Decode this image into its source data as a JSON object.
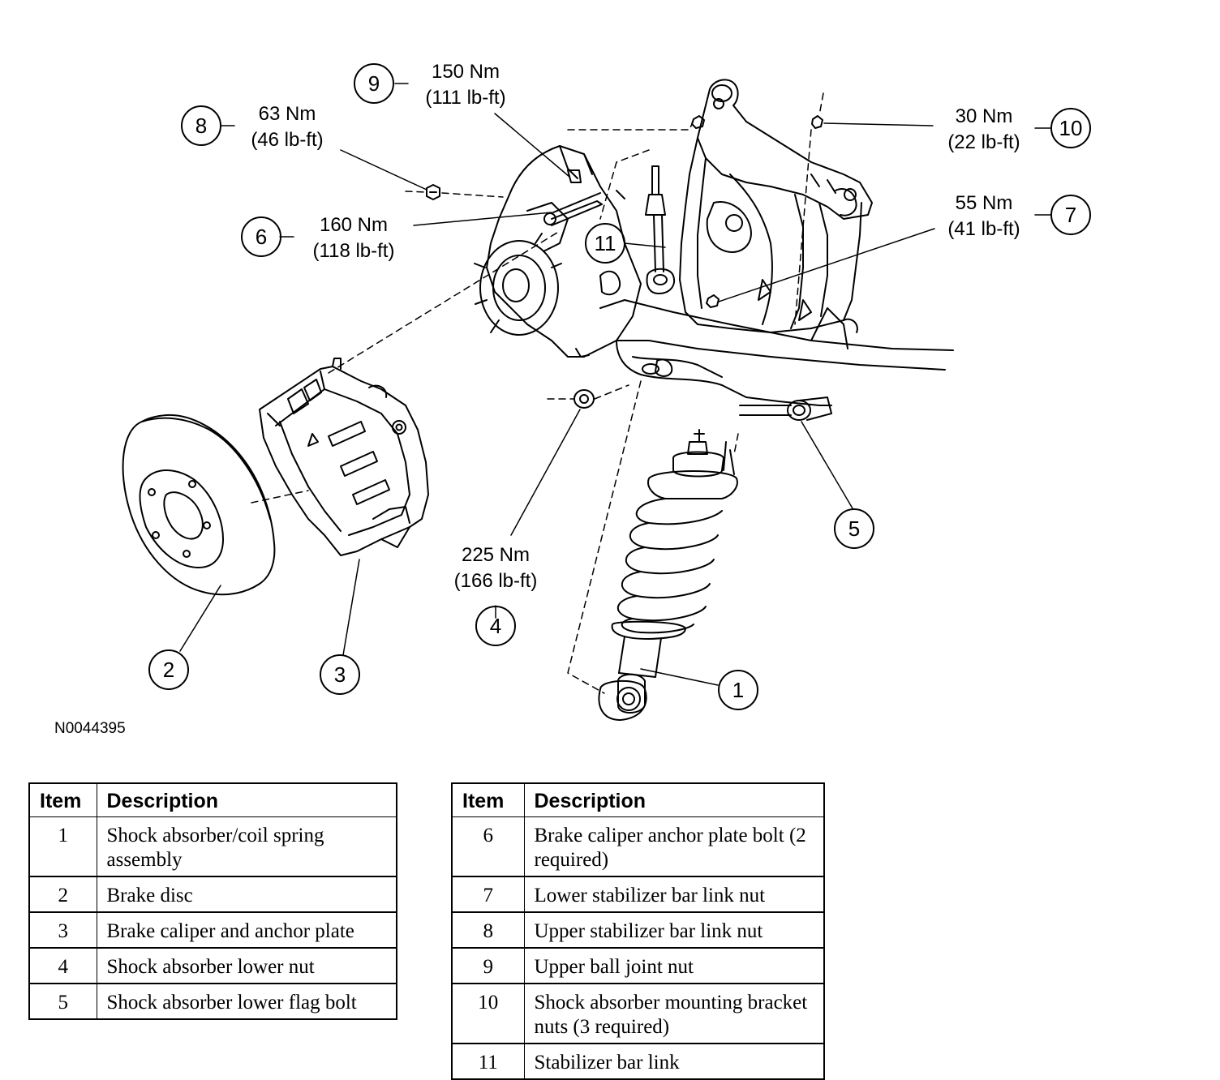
{
  "figure_id": "N0044395",
  "callouts": {
    "c1": {
      "num": "1"
    },
    "c2": {
      "num": "2"
    },
    "c3": {
      "num": "3"
    },
    "c4": {
      "num": "4",
      "torque_nm": "225 Nm",
      "torque_lbft": "(166 lb-ft)"
    },
    "c5": {
      "num": "5"
    },
    "c6": {
      "num": "6",
      "torque_nm": "160 Nm",
      "torque_lbft": "(118 lb-ft)"
    },
    "c7": {
      "num": "7",
      "torque_nm": "55 Nm",
      "torque_lbft": "(41 lb-ft)"
    },
    "c8": {
      "num": "8",
      "torque_nm": "63 Nm",
      "torque_lbft": "(46 lb-ft)"
    },
    "c9": {
      "num": "9",
      "torque_nm": "150 Nm",
      "torque_lbft": "(111 lb-ft)"
    },
    "c10": {
      "num": "10",
      "torque_nm": "30 Nm",
      "torque_lbft": "(22 lb-ft)"
    },
    "c11": {
      "num": "11"
    }
  },
  "legend": {
    "header_item": "Item",
    "header_description": "Description",
    "left_rows": [
      {
        "item": "1",
        "description": "Shock absorber/coil spring assembly"
      },
      {
        "item": "2",
        "description": "Brake disc"
      },
      {
        "item": "3",
        "description": "Brake caliper and anchor plate"
      },
      {
        "item": "4",
        "description": "Shock absorber lower nut"
      },
      {
        "item": "5",
        "description": "Shock absorber lower flag bolt"
      }
    ],
    "right_rows": [
      {
        "item": "6",
        "description": "Brake caliper anchor plate bolt (2 required)"
      },
      {
        "item": "7",
        "description": "Lower stabilizer bar link nut"
      },
      {
        "item": "8",
        "description": "Upper stabilizer bar link nut"
      },
      {
        "item": "9",
        "description": "Upper ball joint nut"
      },
      {
        "item": "10",
        "description": "Shock absorber mounting bracket nuts (3 required)"
      },
      {
        "item": "11",
        "description": "Stabilizer bar link"
      }
    ]
  }
}
